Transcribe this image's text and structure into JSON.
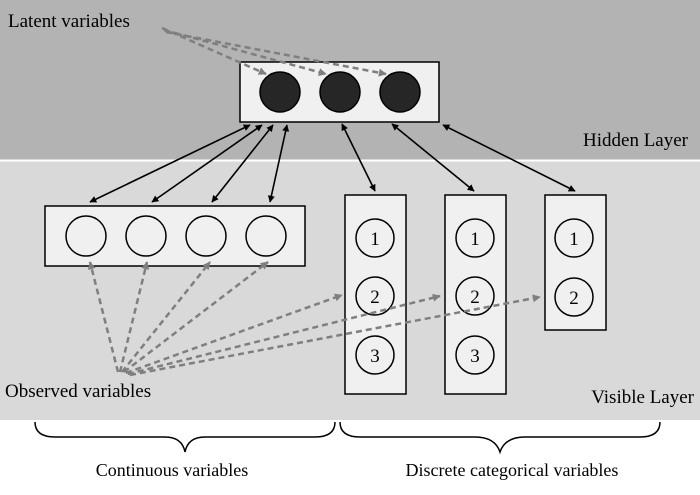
{
  "labels": {
    "latent": "Latent variables",
    "hidden_layer": "Hidden Layer",
    "observed": "Observed variables",
    "visible_layer": "Visible Layer",
    "continuous": "Continuous variables",
    "discrete": "Discrete categorical variables"
  },
  "hidden_units": 3,
  "continuous_units": 4,
  "categorical_groups": [
    {
      "categories": [
        "1",
        "2",
        "3"
      ]
    },
    {
      "categories": [
        "1",
        "2",
        "3"
      ]
    },
    {
      "categories": [
        "1",
        "2"
      ]
    }
  ],
  "colors": {
    "hidden_band": "#b3b3b3",
    "visible_band": "#d9d9d9",
    "box_fill": "#f0f0f0",
    "latent_node": "#262626",
    "dashed_arrow": "#7f7f7f",
    "edge": "#000000"
  }
}
